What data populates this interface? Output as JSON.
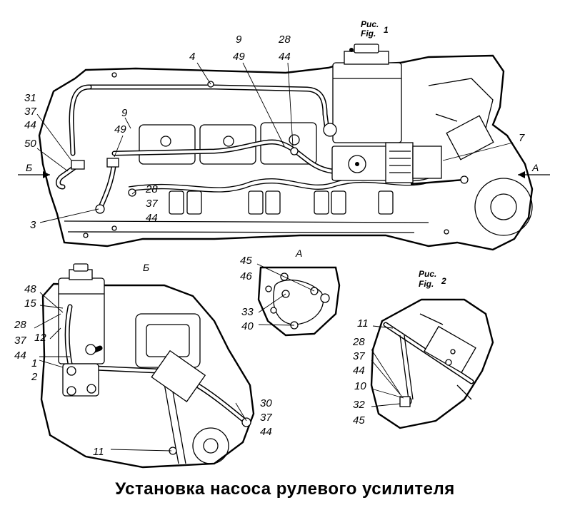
{
  "caption": "Установка насоса рулевого усилителя",
  "figures": {
    "fig1": {
      "line1": "Рис.",
      "line2": "Fig.",
      "num": "1"
    },
    "fig2": {
      "line1": "Рис.",
      "line2": "Fig.",
      "num": "2"
    }
  },
  "views": {
    "a": "А",
    "b": "Б"
  },
  "callouts": {
    "c31": "31",
    "c37a": "37",
    "c44a": "44",
    "c50": "50",
    "c4": "4",
    "c9a": "9",
    "c49a": "49",
    "c28a": "28",
    "c44b": "44",
    "c9b": "9",
    "c49b": "49",
    "c28b": "28",
    "c37b": "37",
    "c44c": "44",
    "c3": "3",
    "c7": "7",
    "c45a": "45",
    "c46": "46",
    "c33": "33",
    "c40": "40",
    "c48": "48",
    "c15": "15",
    "c28c": "28",
    "c37c": "37",
    "c12": "12",
    "c44d": "44",
    "c1": "1",
    "c2": "2",
    "c30": "30",
    "c37d": "37",
    "c44e": "44",
    "c11a": "11",
    "c11b": "11",
    "c28d": "28",
    "c37e": "37",
    "c44f": "44",
    "c10": "10",
    "c32": "32",
    "c45b": "45"
  }
}
